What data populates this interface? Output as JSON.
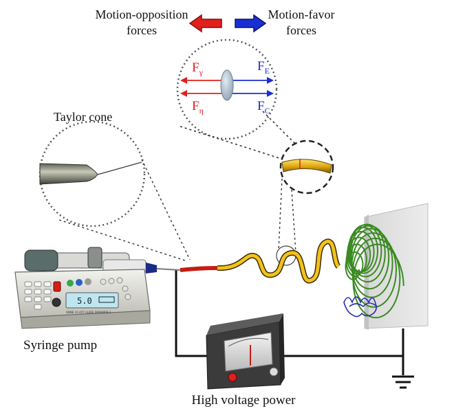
{
  "legend": {
    "opposition_label_line1": "Motion-opposition",
    "opposition_label_line2": "forces",
    "favor_label_line1": "Motion-favor",
    "favor_label_line2": "forces"
  },
  "forces": {
    "gamma": {
      "base": "F",
      "sub": "γ"
    },
    "eta": {
      "base": "F",
      "sub": "η"
    },
    "electric": {
      "base": "F",
      "sub": "E"
    },
    "coulomb": {
      "base": "F",
      "sub": "C"
    }
  },
  "labels": {
    "taylor_cone": "Taylor cone",
    "syringe_pump": "Syringe pump",
    "high_voltage": "High voltage power"
  },
  "pump_display": {
    "value": "5.0",
    "small_text": "OBNE 10   45T   AL0EE   DEMARDE 1"
  },
  "colors": {
    "opposition": "#e0201c",
    "favor": "#1a2fd0",
    "jet_yellow": "#f2c21a",
    "coil_green": "#5ed43a",
    "coil_blue": "#2b2fb0",
    "wire": "#111111"
  },
  "icons": [
    "red-left-arrow-icon",
    "blue-right-arrow-icon",
    "ground-icon"
  ]
}
